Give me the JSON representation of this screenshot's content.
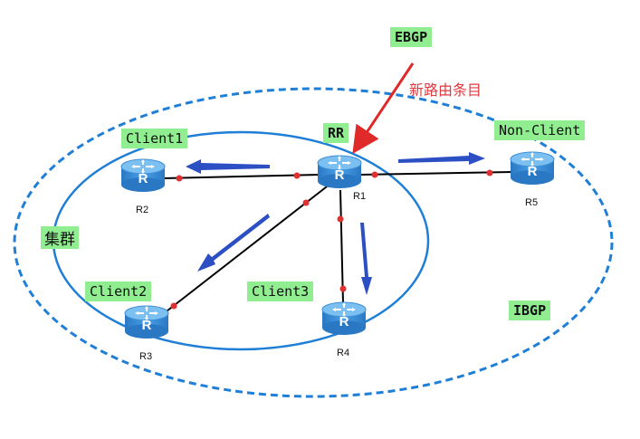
{
  "labels": {
    "ebgp": "EBGP",
    "new_route": "新路由条目",
    "rr": "RR",
    "non_client": "Non-Client",
    "client1": "Client1",
    "client2": "Client2",
    "client3": "Client3",
    "cluster": "集群",
    "ibgp": "IBGP"
  },
  "routers": [
    {
      "id": "R1",
      "label": "R1"
    },
    {
      "id": "R2",
      "label": "R2"
    },
    {
      "id": "R3",
      "label": "R3"
    },
    {
      "id": "R4",
      "label": "R4"
    },
    {
      "id": "R5",
      "label": "R5"
    }
  ],
  "colors": {
    "router_body": "#3d8fd6",
    "router_top": "#6db3ee",
    "ellipse": "#1f7fd6",
    "arrow": "#2c4fc4",
    "red_arrow": "#e02a2a",
    "link_dot": "#e03030",
    "tag_bg": "#90ee90"
  }
}
